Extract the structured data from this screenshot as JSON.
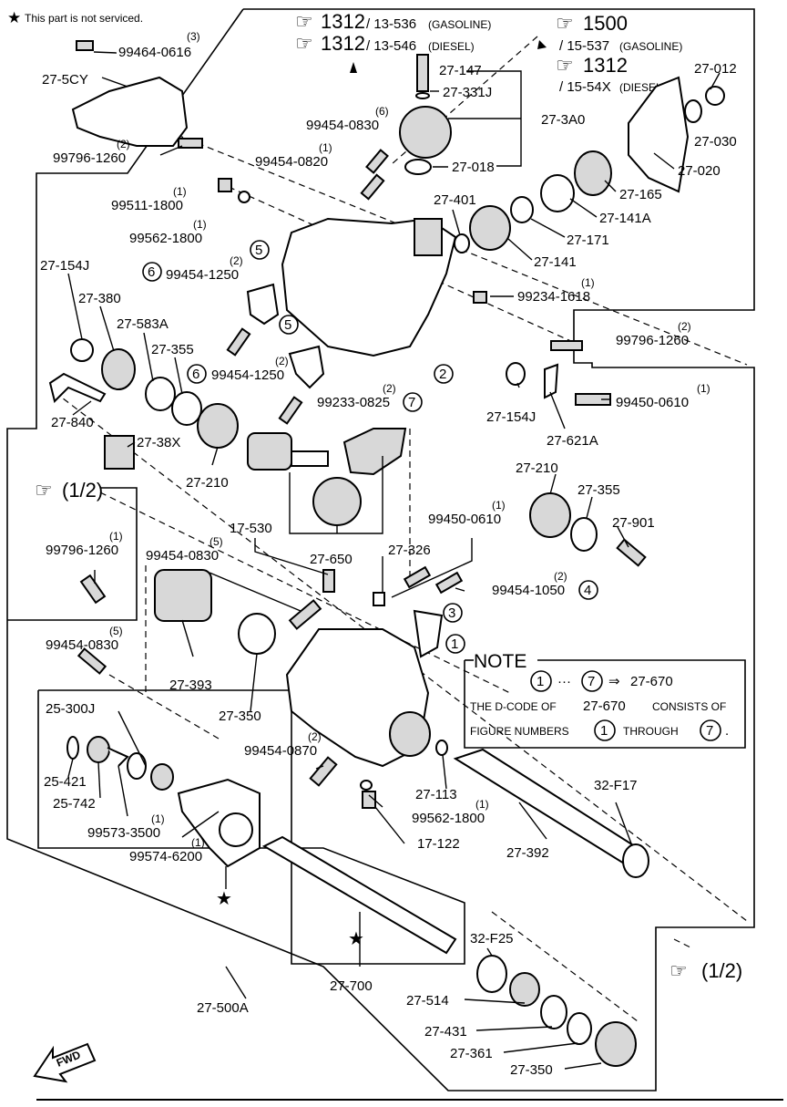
{
  "legend": {
    "star_text": "This part is not serviced."
  },
  "refs": {
    "r1": {
      "page": "1312",
      "code": "/ 13-536",
      "note": "(GASOLINE)"
    },
    "r2": {
      "page": "1312",
      "code": "/ 13-546",
      "note": "(DIESEL)"
    },
    "r3": {
      "page": "1500",
      "code": "/ 15-537",
      "note": "(GASOLINE)"
    },
    "r4": {
      "page": "1312",
      "code": "/ 15-54X",
      "note": "(DIESEL)"
    },
    "half_left": "(1/2)",
    "half_right": "(1/2)"
  },
  "labels": {
    "l01": "99464-0616",
    "l01q": "(3)",
    "l02": "27-5CY",
    "l03": "99796-1260",
    "l03q": "(2)",
    "l04": "99454-0830",
    "l04q": "(6)",
    "l05": "99454-0820",
    "l05q": "(1)",
    "l06": "99511-1800",
    "l06q": "(1)",
    "l07": "99562-1800",
    "l07q": "(1)",
    "l08": "27-147",
    "l09": "27-331J",
    "l10": "27-3A0",
    "l11": "27-018",
    "l12": "27-012",
    "l13": "27-030",
    "l14": "27-020",
    "l15": "27-165",
    "l16": "27-141A",
    "l17": "27-401",
    "l18": "27-171",
    "l19": "27-141",
    "l20": "99234-1618",
    "l20q": "(1)",
    "l21": "99796-1260",
    "l21q": "(2)",
    "l22": "99450-0610",
    "l22q": "(1)",
    "l23": "27-154J",
    "l24": "27-621A",
    "l25": "27-154J",
    "l26": "27-380",
    "l27": "27-583A",
    "l28": "27-355",
    "l29": "99454-1250",
    "l29q": "(2)",
    "l30": "99454-1250",
    "l30q": "(2)",
    "l31": "99233-0825",
    "l31q": "(2)",
    "l32": "27-840",
    "l33": "27-38X",
    "l34": "27-210",
    "l35": "27-210",
    "l36": "27-355",
    "l37": "27-901",
    "l38": "17-530",
    "l39": "27-650",
    "l40": "27-326",
    "l41": "99450-0610",
    "l41q": "(1)",
    "l42": "99454-1050",
    "l42q": "(2)",
    "l43": "99796-1260",
    "l43q": "(1)",
    "l44": "99454-0830",
    "l44q": "(5)",
    "l45": "99454-0830",
    "l45q": "(5)",
    "l46": "27-393",
    "l47": "27-350",
    "l48": "25-300J",
    "l49": "25-421",
    "l50": "25-742",
    "l51": "99573-3500",
    "l51q": "(1)",
    "l52": "99574-6200",
    "l52q": "(1)",
    "l53": "99454-0870",
    "l53q": "(2)",
    "l54": "27-113",
    "l55": "99562-1800",
    "l55q": "(1)",
    "l56": "17-122",
    "l57": "27-392",
    "l58": "32-F17",
    "l59": "32-F25",
    "l60": "27-514",
    "l61": "27-431",
    "l62": "27-361",
    "l63": "27-350",
    "l64": "27-700",
    "l65": "27-500A"
  },
  "figs": {
    "f1": "1",
    "f2": "2",
    "f3": "3",
    "f4": "4",
    "f5a": "5",
    "f5b": "5",
    "f6a": "6",
    "f6b": "6",
    "f7a": "7"
  },
  "note": {
    "title": "NOTE",
    "range_from": "1",
    "range_dots": "···",
    "range_to": "7",
    "arrow": "⇒",
    "target": "27-670",
    "line2_a": "THE D-CODE OF",
    "line2_b": "27-670",
    "line2_c": "CONSISTS OF",
    "line3_a": "FIGURE NUMBERS",
    "line3_b": "1",
    "line3_c": "THROUGH",
    "line3_d": "7",
    "line3_e": "."
  },
  "fwd": "FWD"
}
